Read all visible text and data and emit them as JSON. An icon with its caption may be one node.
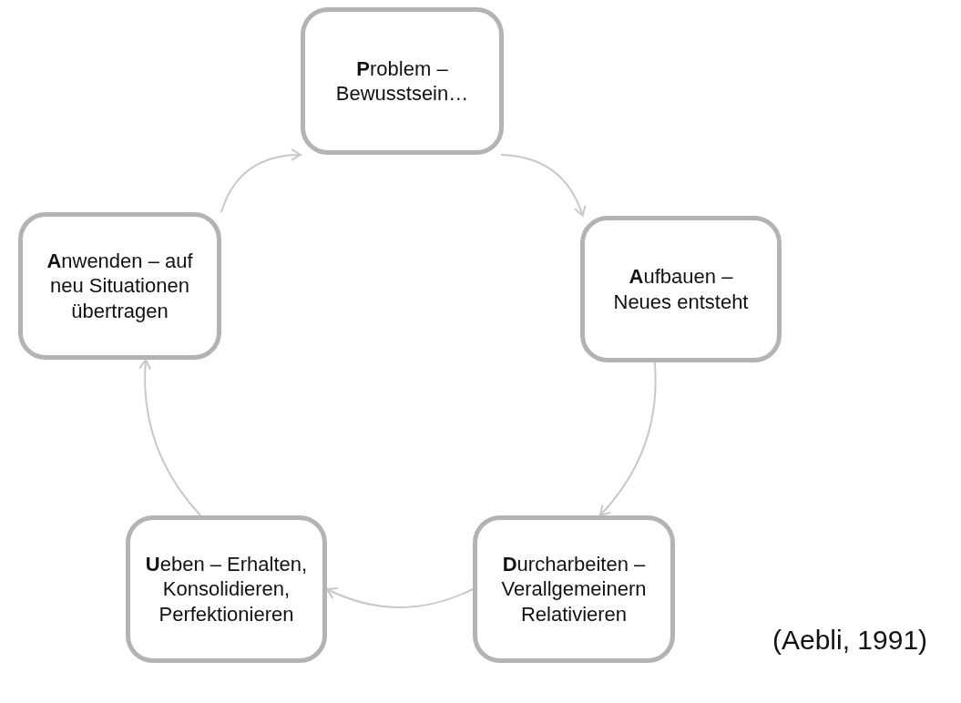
{
  "diagram": {
    "nodes": [
      {
        "text": [
          "**P**roblem – Bewusstsein…"
        ]
      },
      {
        "text": [
          "**A**ufbauen – Neues entsteht"
        ]
      },
      {
        "text": [
          "**D**urcharbeiten – Verallgemeinern Relativieren"
        ]
      },
      {
        "text": [
          "**U**eben – Erhalten, Konsolidieren, Perfektionieren"
        ]
      },
      {
        "text": [
          "**A**nwenden – auf neu Situationen übertragen"
        ]
      }
    ],
    "edges": [
      {
        "from": 0,
        "to": 1,
        "arrow": "to"
      },
      {
        "from": 1,
        "to": 2,
        "arrow": "to"
      },
      {
        "from": 2,
        "to": 3,
        "arrow": "to"
      },
      {
        "from": 3,
        "to": 4,
        "arrow": "to"
      },
      {
        "from": 4,
        "to": 0,
        "arrow": "to"
      }
    ],
    "labels": [
      "(Aebli, 1991)"
    ]
  }
}
